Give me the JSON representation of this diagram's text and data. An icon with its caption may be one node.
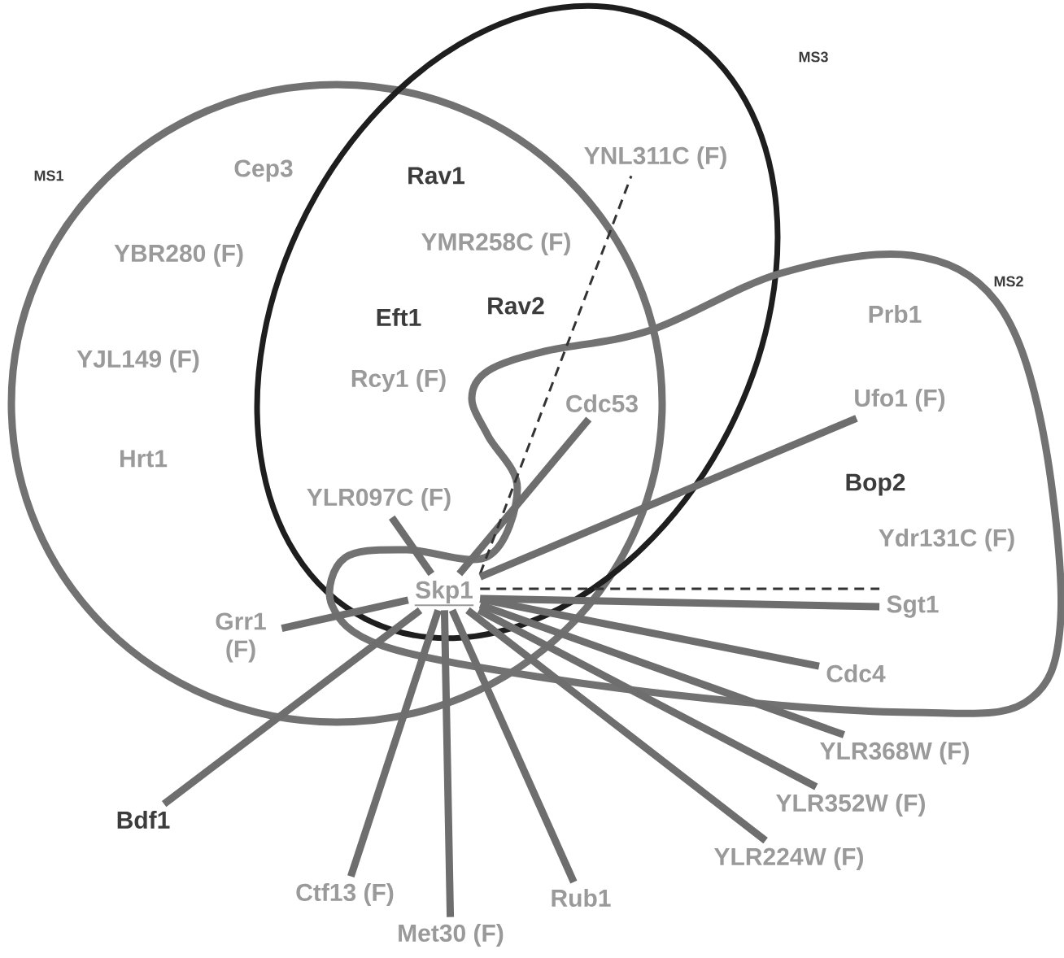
{
  "diagram": {
    "nodes": [
      {
        "text": [
          "Skp1"
        ]
      },
      {
        "text": [
          "YLR097C (F)"
        ]
      },
      {
        "text": [
          "Cdc53"
        ]
      },
      {
        "text": [
          "YNL311C (F)"
        ]
      },
      {
        "text": [
          "Ufo1 (F)"
        ]
      },
      {
        "text": [
          "Sgt1"
        ]
      },
      {
        "text": [
          "Cdc4"
        ]
      },
      {
        "text": [
          "YLR368W (F)"
        ]
      },
      {
        "text": [
          "YLR352W (F)"
        ]
      },
      {
        "text": [
          "YLR224W (F)"
        ]
      },
      {
        "text": [
          "Rub1"
        ]
      },
      {
        "text": [
          "Met30 (F)"
        ]
      },
      {
        "text": [
          "Ctf13 (F)"
        ]
      },
      {
        "text": [
          "Bdf1"
        ]
      },
      {
        "text": [
          "Grr1 (F)"
        ]
      }
    ],
    "edges": [
      {
        "from": 0,
        "to": 1,
        "arrow": "none"
      },
      {
        "from": 0,
        "to": 2,
        "arrow": "none"
      },
      {
        "from": 0,
        "to": 3,
        "arrow": "none",
        "style": "dashed",
        "color": "#333333"
      },
      {
        "from": 0,
        "to": 4,
        "arrow": "none"
      },
      {
        "from": 0,
        "to": 5,
        "arrow": "none",
        "style": "dashed",
        "color": "#333333"
      },
      {
        "from": 0,
        "to": 5,
        "arrow": "none"
      },
      {
        "from": 0,
        "to": 6,
        "arrow": "none"
      },
      {
        "from": 0,
        "to": 7,
        "arrow": "none"
      },
      {
        "from": 0,
        "to": 8,
        "arrow": "none"
      },
      {
        "from": 0,
        "to": 9,
        "arrow": "none"
      },
      {
        "from": 0,
        "to": 10,
        "arrow": "none"
      },
      {
        "from": 0,
        "to": 11,
        "arrow": "none"
      },
      {
        "from": 0,
        "to": 12,
        "arrow": "none"
      },
      {
        "from": 0,
        "to": 13,
        "arrow": "none"
      },
      {
        "from": 0,
        "to": 14,
        "arrow": "none"
      }
    ],
    "labels": [
      "MS3",
      "MS1",
      "Cep3",
      "Rav1",
      "YBR280 (F)",
      "YMR258C (F)",
      "MS2",
      "Eft1",
      "Rav2",
      "YJL149 (F)",
      "Rcy1 (F)",
      "Prb1",
      "Hrt1",
      "Bop2",
      "Ydr131C (F)"
    ]
  }
}
